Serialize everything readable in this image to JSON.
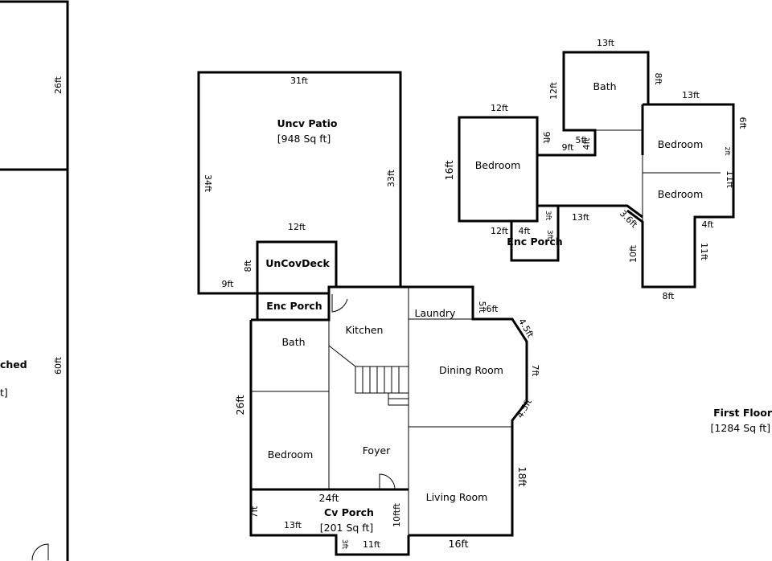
{
  "left_building": {
    "dim_top": "26ft",
    "dim_bottom": "60ft",
    "label_partial": "ched",
    "area_partial": "t]"
  },
  "patio": {
    "name": "Uncv Patio",
    "area": "[948 Sq ft]",
    "dim_top": "31ft",
    "dim_left": "34ft",
    "dim_right": "33ft",
    "dim_bottom_left": "9ft"
  },
  "uncov_deck": {
    "name": "UnCovDeck",
    "dim_top": "12ft",
    "dim_left": "8ft"
  },
  "enc_porch_main": {
    "name": "Enc Porch"
  },
  "rooms_main": {
    "kitchen": "Kitchen",
    "laundry": "Laundry",
    "bath": "Bath",
    "bedroom": "Bedroom",
    "foyer": "Foyer",
    "dining": "Dining Room",
    "living": "Living Room"
  },
  "dims_main": {
    "laundry_5ft": "5ft",
    "laundry_6ft": "6ft",
    "dining_top": "4.5ft",
    "dining_mid": "7ft",
    "dining_bot": "4.5ft",
    "left_26ft": "26ft",
    "living_18ft": "18ft",
    "bottom_16ft": "16ft"
  },
  "cv_porch": {
    "name": "Cv Porch",
    "area": "[201 Sq ft]",
    "dim_top": "24ft",
    "dim_left": "7ft",
    "dim_13ft": "13ft",
    "dim_right": "10ftft",
    "dim_step": "3ft",
    "dim_11ft": "11ft"
  },
  "upper": {
    "bath": "Bath",
    "bedroom_left": "Bedroom",
    "bedroom_right_top": "Bedroom",
    "bedroom_right_bottom": "Bedroom",
    "enc_porch": "Enc Porch",
    "dims": {
      "bath_top": "13ft",
      "bath_left": "12ft",
      "bath_right": "8ft",
      "right_top": "13ft",
      "right_6ft": "6ft",
      "right_2ft": "2ft",
      "right_11ft": "11ft",
      "right_4ft": "4ft",
      "right_11ft_b": "11ft",
      "bottom_8ft": "8ft",
      "left_10ft": "10ft",
      "angle_3_6ft": "3.6ft",
      "corridor_13ft": "13ft",
      "bath_9ft_v": "9ft",
      "bath_9ft": "9ft",
      "bath_5ft": "5ft",
      "bath_4ft": "4ft",
      "bed_top": "12ft",
      "bed_left": "16ft",
      "bed_bottom": "12ft",
      "porch_4ft": "4ft",
      "porch_3ft_a": "3ft",
      "porch_3ft_b": "3ft"
    }
  },
  "floor": {
    "name": "First Floor",
    "area": "[1284 Sq ft]"
  }
}
